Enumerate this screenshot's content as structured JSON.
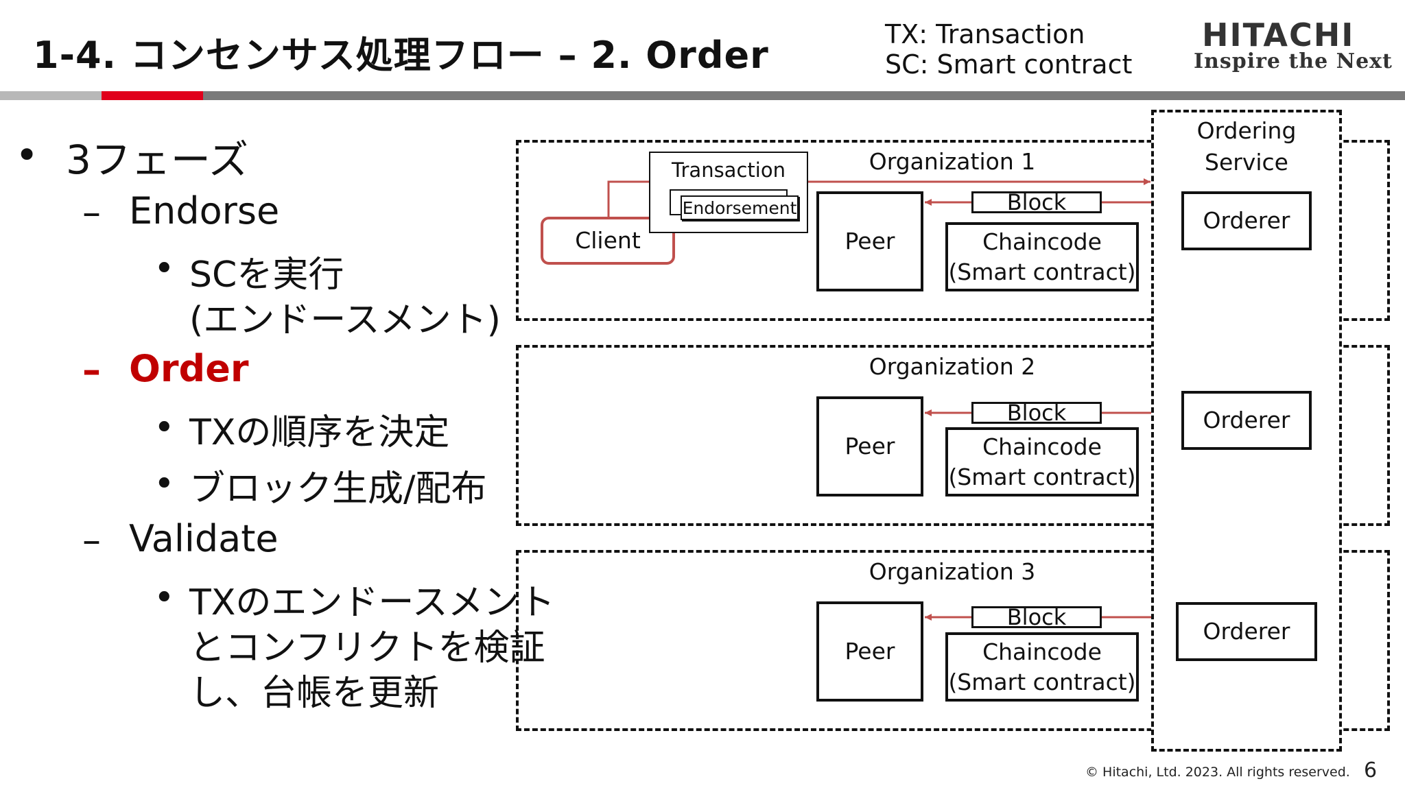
{
  "header": {
    "title": "1-4. コンセンサス処理フロー – 2. Order",
    "legend_tx": "TX: Transaction",
    "legend_sc": "SC: Smart contract",
    "logo_main": "HITACHI",
    "logo_sub": "Inspire the Next"
  },
  "bullets": {
    "b1": "3フェーズ",
    "endorse": "Endorse",
    "endorse_sub1": "SCを実行",
    "endorse_sub2": "(エンドースメント)",
    "order": "Order",
    "order_sub1": "TXの順序を決定",
    "order_sub2": "ブロック生成/配布",
    "validate": "Validate",
    "validate_sub1": "TXのエンドースメント",
    "validate_sub2": "とコンフリクトを検証",
    "validate_sub3": "し、台帳を更新",
    "bullet_dot": "•",
    "dash": "–"
  },
  "diagram": {
    "org1": "Organization 1",
    "org2": "Organization 2",
    "org3": "Organization 3",
    "ordering_service_1": "Ordering",
    "ordering_service_2": "Service",
    "orderer": "Orderer",
    "peer": "Peer",
    "block": "Block",
    "chaincode_1": "Chaincode",
    "chaincode_2": "(Smart contract)",
    "client": "Client",
    "transaction": "Transaction",
    "endorsement": "Endorsement",
    "accent_color": "#c0504d"
  },
  "footer": {
    "copyright": "© Hitachi, Ltd. 2023. All rights reserved.",
    "page": "6"
  }
}
